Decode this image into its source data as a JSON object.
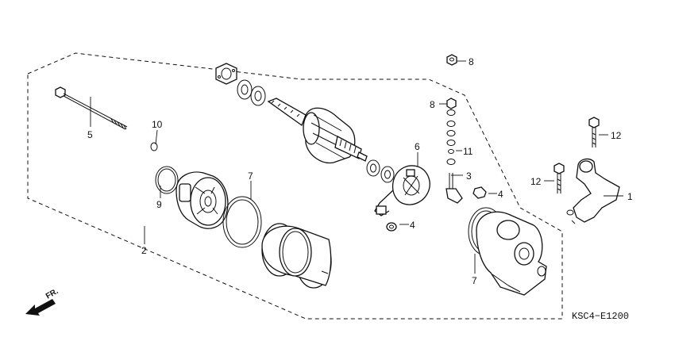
{
  "diagram": {
    "callouts": [
      {
        "id": "c1",
        "text": "1"
      },
      {
        "id": "c2",
        "text": "2"
      },
      {
        "id": "c3",
        "text": "3"
      },
      {
        "id": "c4a",
        "text": "4"
      },
      {
        "id": "c4b",
        "text": "4"
      },
      {
        "id": "c5",
        "text": "5"
      },
      {
        "id": "c6",
        "text": "6"
      },
      {
        "id": "c7a",
        "text": "7"
      },
      {
        "id": "c7b",
        "text": "7"
      },
      {
        "id": "c8a",
        "text": "8"
      },
      {
        "id": "c8b",
        "text": "8"
      },
      {
        "id": "c9",
        "text": "9"
      },
      {
        "id": "c10",
        "text": "10"
      },
      {
        "id": "c11",
        "text": "11"
      },
      {
        "id": "c12a",
        "text": "12"
      },
      {
        "id": "c12b",
        "text": "12"
      }
    ],
    "front_indicator": "FR.",
    "diagram_code": "KSC4−E1200"
  }
}
